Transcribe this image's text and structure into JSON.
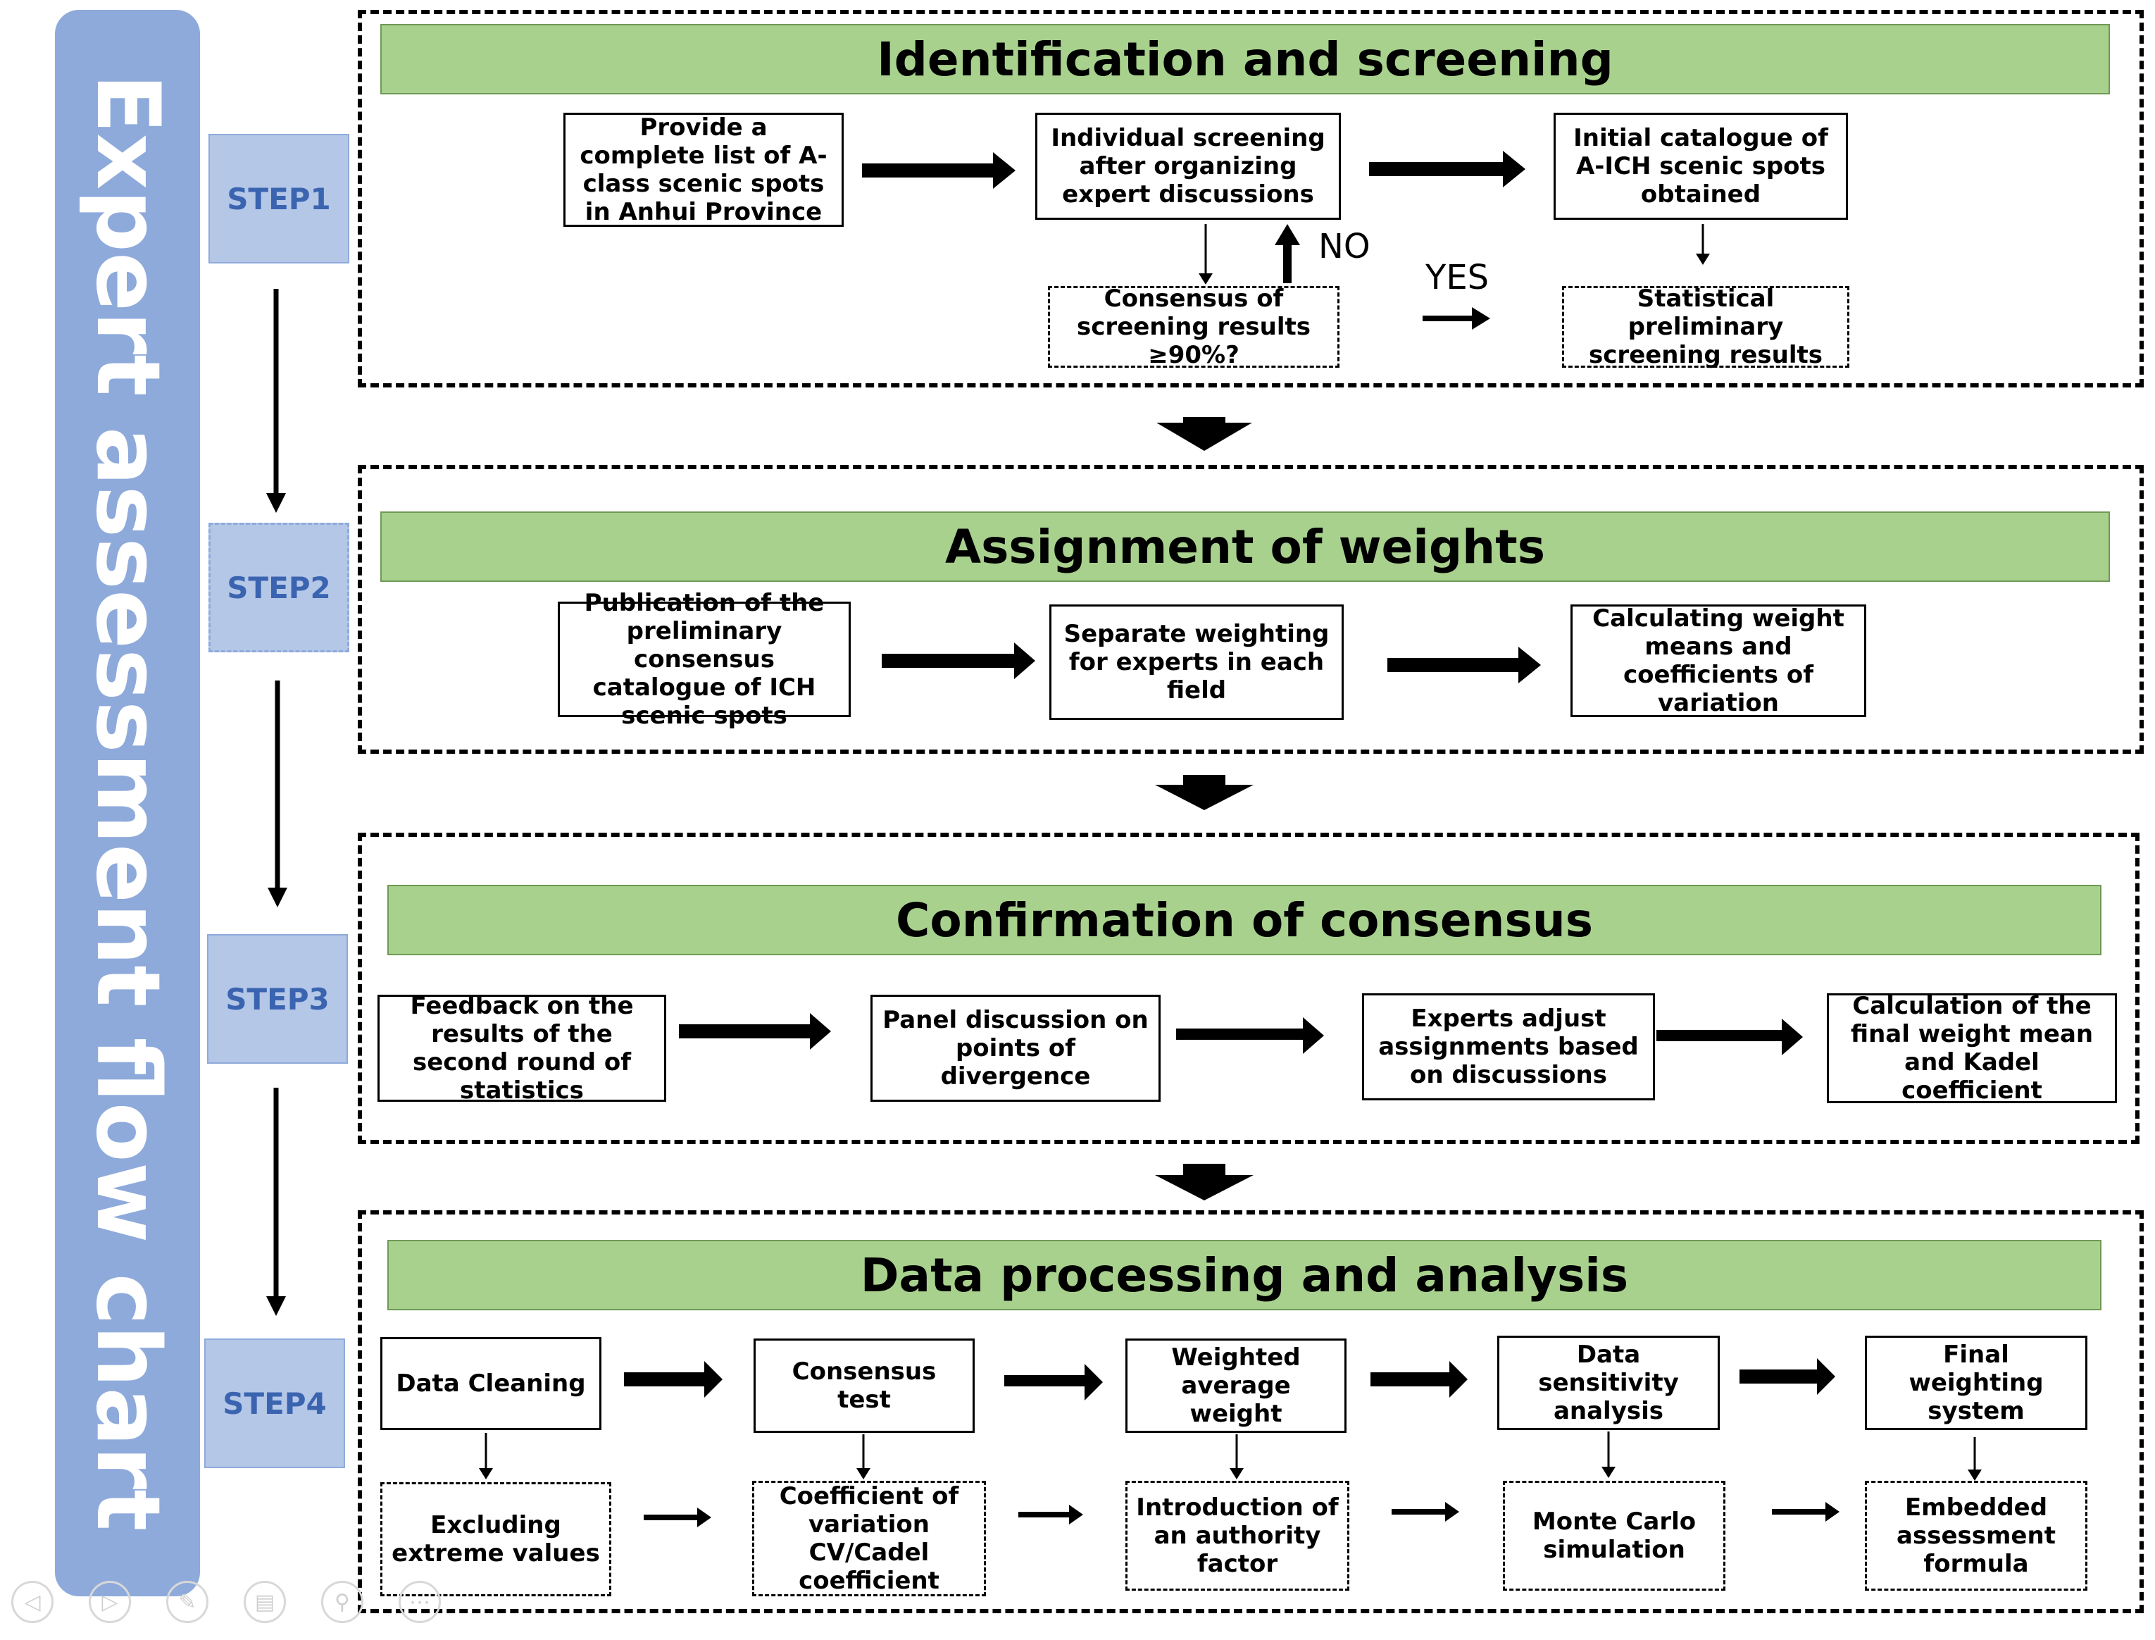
{
  "sidebar": {
    "title": "Expert assessment flow chart"
  },
  "steps": [
    "STEP1",
    "STEP2",
    "STEP3",
    "STEP4"
  ],
  "sections": {
    "s1": {
      "title": "Identification and screening",
      "boxes": [
        "Provide a complete list of A-class scenic spots in Anhui Province",
        "Individual screening after organizing expert discussions",
        "Initial catalogue of A-ICH scenic spots obtained",
        "Consensus of screening results ≥90%?",
        "Statistical preliminary screening results"
      ],
      "no_label": "NO",
      "yes_label": "YES"
    },
    "s2": {
      "title": "Assignment of weights",
      "boxes": [
        "Publication of the preliminary consensus catalogue of ICH scenic spots",
        "Separate weighting for experts in each field",
        "Calculating weight means and coefficients of variation"
      ]
    },
    "s3": {
      "title": "Confirmation of consensus",
      "boxes": [
        "Feedback on the results of the second round of statistics",
        "Panel discussion on points of divergence",
        "Experts adjust assignments based on discussions",
        "Calculation of the final weight mean and Kadel coefficient"
      ]
    },
    "s4": {
      "title": "Data processing and analysis",
      "top_boxes": [
        "Data Cleaning",
        "Consensus test",
        "Weighted average weight",
        "Data sensitivity analysis",
        "Final weighting system"
      ],
      "bottom_boxes": [
        "Excluding extreme values",
        "Coefficient of variation CV/Cadel coefficient",
        "Introduction of an authority factor",
        "Monte Carlo simulation",
        "Embedded assessment formula"
      ]
    }
  },
  "navigation": {
    "icons": [
      "prev-icon",
      "next-icon",
      "pen-icon",
      "slides-icon",
      "zoom-icon",
      "more-icon"
    ],
    "glyphs": [
      "◁",
      "▷",
      "✎",
      "▤",
      "⚲",
      "⋯"
    ]
  },
  "colors": {
    "sidebar": "#8eaadb",
    "step_fill": "#b4c7e7",
    "step_text": "#3b64b0",
    "header_fill": "#a9d18e"
  }
}
